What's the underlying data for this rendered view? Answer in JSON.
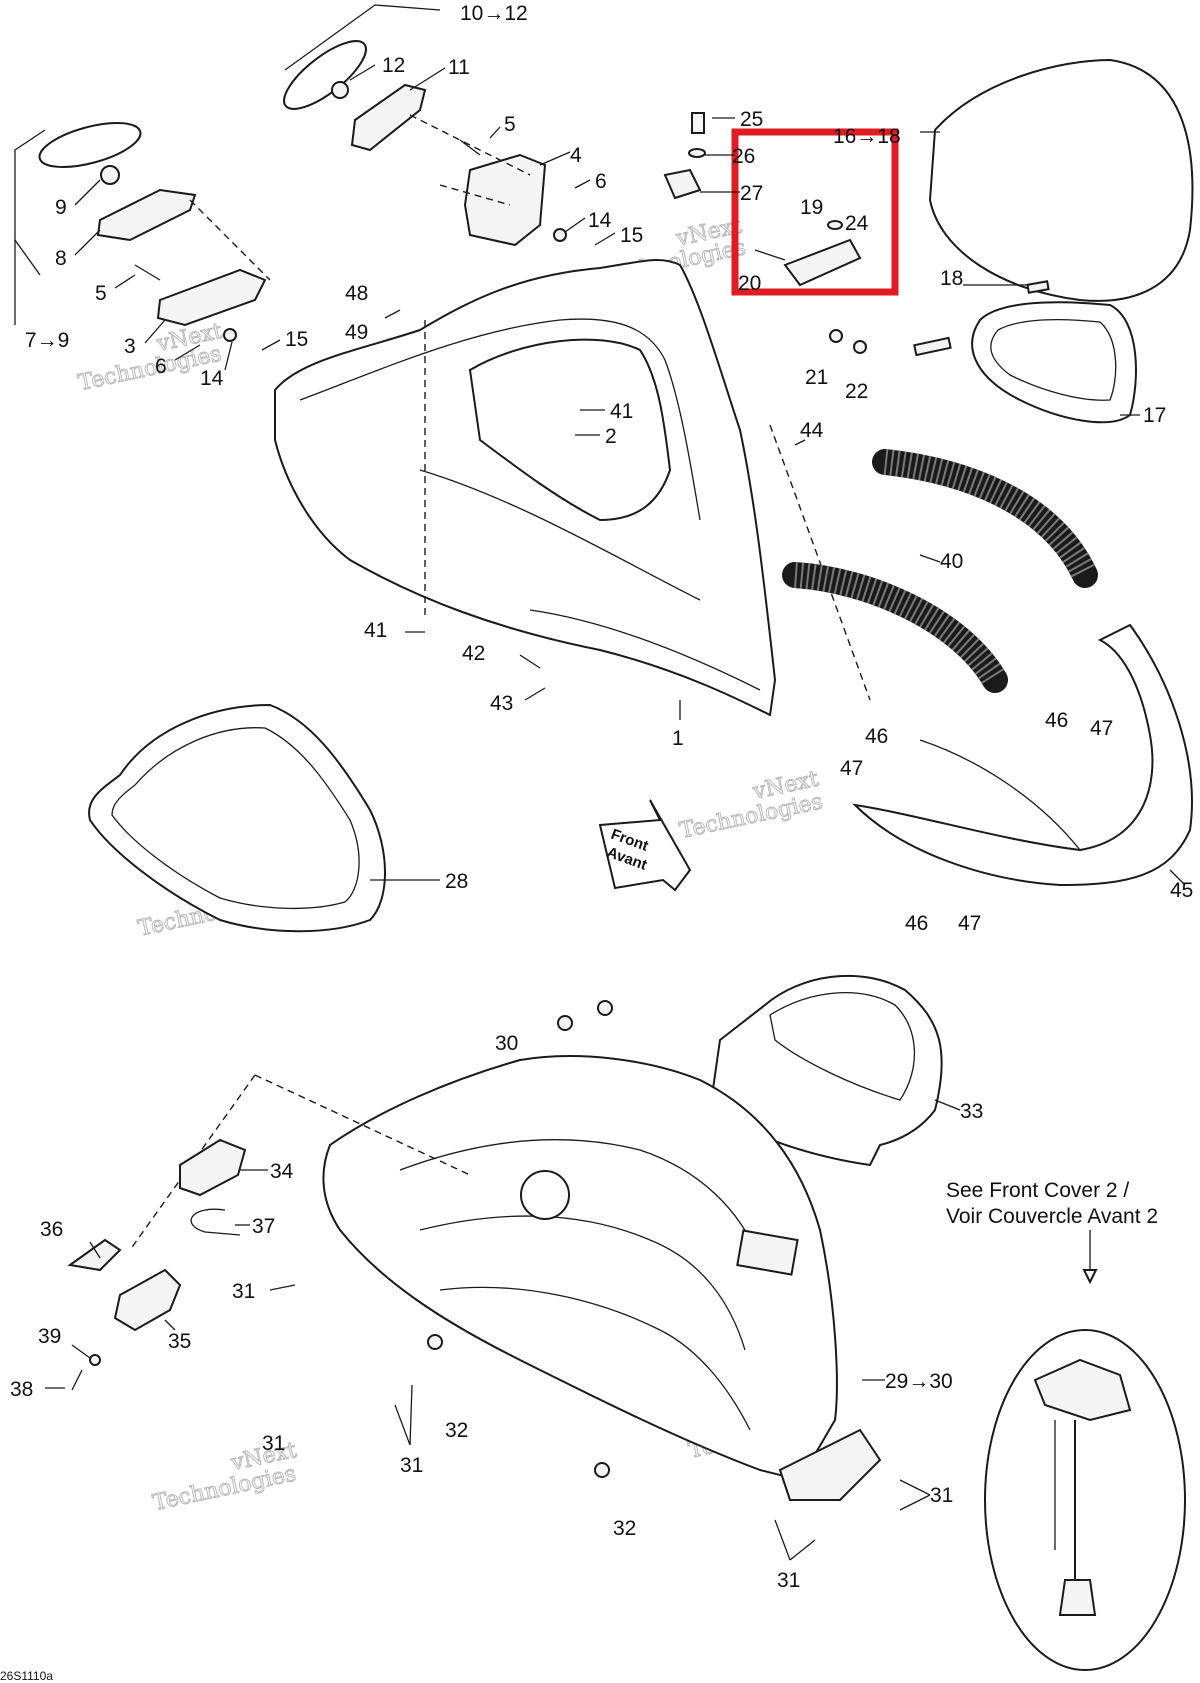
{
  "callouts": [
    {
      "id": "c-10-12",
      "text": "10→12"
    },
    {
      "id": "c-12",
      "text": "12"
    },
    {
      "id": "c-11",
      "text": "11"
    },
    {
      "id": "c-5a",
      "text": "5"
    },
    {
      "id": "c-4",
      "text": "4"
    },
    {
      "id": "c-6a",
      "text": "6"
    },
    {
      "id": "c-14a",
      "text": "14"
    },
    {
      "id": "c-15a",
      "text": "15"
    },
    {
      "id": "c-9",
      "text": "9"
    },
    {
      "id": "c-8",
      "text": "8"
    },
    {
      "id": "c-5b",
      "text": "5"
    },
    {
      "id": "c-7-9",
      "text": "7→9"
    },
    {
      "id": "c-3",
      "text": "3"
    },
    {
      "id": "c-6b",
      "text": "6"
    },
    {
      "id": "c-14b",
      "text": "14"
    },
    {
      "id": "c-15b",
      "text": "15"
    },
    {
      "id": "c-48",
      "text": "48"
    },
    {
      "id": "c-49",
      "text": "49"
    },
    {
      "id": "c-25",
      "text": "25"
    },
    {
      "id": "c-26",
      "text": "26"
    },
    {
      "id": "c-27",
      "text": "27"
    },
    {
      "id": "c-19",
      "text": "19"
    },
    {
      "id": "c-24",
      "text": "24"
    },
    {
      "id": "c-20",
      "text": "20"
    },
    {
      "id": "c-16-18",
      "text": "16→18"
    },
    {
      "id": "c-18",
      "text": "18"
    },
    {
      "id": "c-17",
      "text": "17"
    },
    {
      "id": "c-21",
      "text": "21"
    },
    {
      "id": "c-22",
      "text": "22"
    },
    {
      "id": "c-41a",
      "text": "41"
    },
    {
      "id": "c-2",
      "text": "2"
    },
    {
      "id": "c-44",
      "text": "44"
    },
    {
      "id": "c-40",
      "text": "40"
    },
    {
      "id": "c-41b",
      "text": "41"
    },
    {
      "id": "c-42",
      "text": "42"
    },
    {
      "id": "c-43",
      "text": "43"
    },
    {
      "id": "c-1",
      "text": "1"
    },
    {
      "id": "c-46a",
      "text": "46"
    },
    {
      "id": "c-47a",
      "text": "47"
    },
    {
      "id": "c-46b",
      "text": "46"
    },
    {
      "id": "c-47b",
      "text": "47"
    },
    {
      "id": "c-28",
      "text": "28"
    },
    {
      "id": "c-45",
      "text": "45"
    },
    {
      "id": "c-46c",
      "text": "46"
    },
    {
      "id": "c-47c",
      "text": "47"
    },
    {
      "id": "c-30",
      "text": "30"
    },
    {
      "id": "c-33",
      "text": "33"
    },
    {
      "id": "c-34",
      "text": "34"
    },
    {
      "id": "c-36",
      "text": "36"
    },
    {
      "id": "c-37",
      "text": "37"
    },
    {
      "id": "c-31a",
      "text": "31"
    },
    {
      "id": "c-35",
      "text": "35"
    },
    {
      "id": "c-39",
      "text": "39"
    },
    {
      "id": "c-38",
      "text": "38"
    },
    {
      "id": "c-29-30",
      "text": "29→30"
    },
    {
      "id": "c-31b",
      "text": "31"
    },
    {
      "id": "c-32a",
      "text": "32"
    },
    {
      "id": "c-31c",
      "text": "31"
    },
    {
      "id": "c-32b",
      "text": "32"
    },
    {
      "id": "c-31d",
      "text": "31"
    },
    {
      "id": "c-31e",
      "text": "31"
    }
  ],
  "direction_arrow": {
    "line1": "Front",
    "line2": "Avant"
  },
  "see_note": {
    "line1": "See Front Cover 2 /",
    "line2": "Voir Couvercle Avant 2"
  },
  "drawing_code": "26S1110a",
  "watermark": {
    "line1": "vNext",
    "line2": "Technologies"
  },
  "highlight_color": "#e01b22"
}
